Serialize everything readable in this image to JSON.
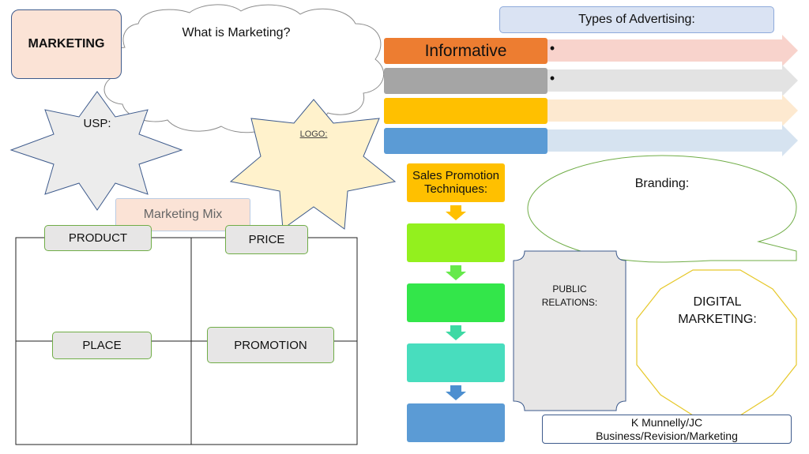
{
  "title": "MARKETING",
  "cloud_label": "What is Marketing?",
  "usp_label": "USP:",
  "logo_label": "LOGO:",
  "marketing_mix_label": "Marketing Mix",
  "mix": {
    "product": "PRODUCT",
    "price": "PRICE",
    "place": "PLACE",
    "promotion": "PROMOTION"
  },
  "advertising": {
    "header": "Types of Advertising:",
    "rows": [
      {
        "label": "Informative",
        "bullet": "•",
        "color": "#ED7D31",
        "arrow_color": "#F8D3CC"
      },
      {
        "label": "",
        "bullet": "•",
        "color": "#A5A5A5",
        "arrow_color": "#E3E3E3"
      },
      {
        "label": "",
        "bullet": "",
        "color": "#FFC000",
        "arrow_color": "#FDE9D0"
      },
      {
        "label": "",
        "bullet": "",
        "color": "#5B9BD5",
        "arrow_color": "#D6E3F0"
      }
    ]
  },
  "sales_promotion": {
    "header": "Sales Promotion Techniques:",
    "boxes": [
      "#93F01E",
      "#33E64A",
      "#48DDBE",
      "#5B9BD5"
    ],
    "arrow_colors": [
      "#FFC000",
      "#66E94B",
      "#3ED9A4",
      "#4D8FD0"
    ]
  },
  "branding_label": "Branding:",
  "public_relations_label": "PUBLIC RELATIONS:",
  "digital_marketing_label": "DIGITAL MARKETING:",
  "footer": {
    "line1": "K Munnelly/JC",
    "line2": "Business/Revision/Marketing"
  }
}
